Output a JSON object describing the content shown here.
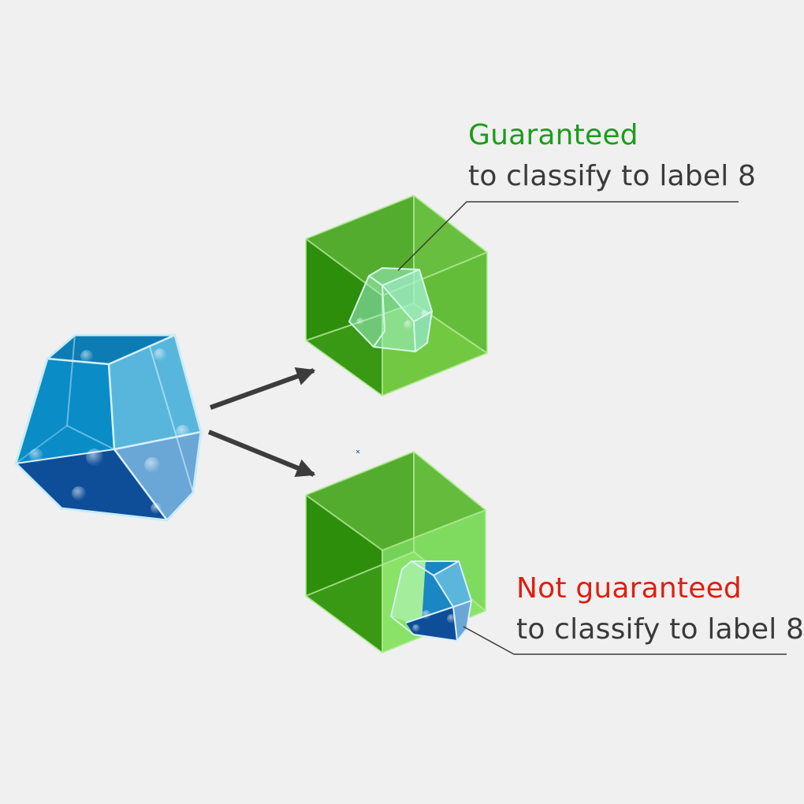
{
  "colors": {
    "background": "#f0f0f0",
    "guaranteed": "#1c9c1c",
    "not_guaranteed": "#e01e10",
    "body_text": "#3a3a3a",
    "input_shape": "#1a86c4",
    "box": "#4bb53a",
    "arrow": "#3c3c3c"
  },
  "labels": {
    "top": {
      "heading": "Guaranteed",
      "text": "to classify to label 8"
    },
    "bottom": {
      "heading": "Not guaranteed",
      "text": "to classify to label 8"
    }
  },
  "icons": {
    "input_shape": "polyhedron",
    "box": "cube",
    "arrow": "arrow-right"
  }
}
